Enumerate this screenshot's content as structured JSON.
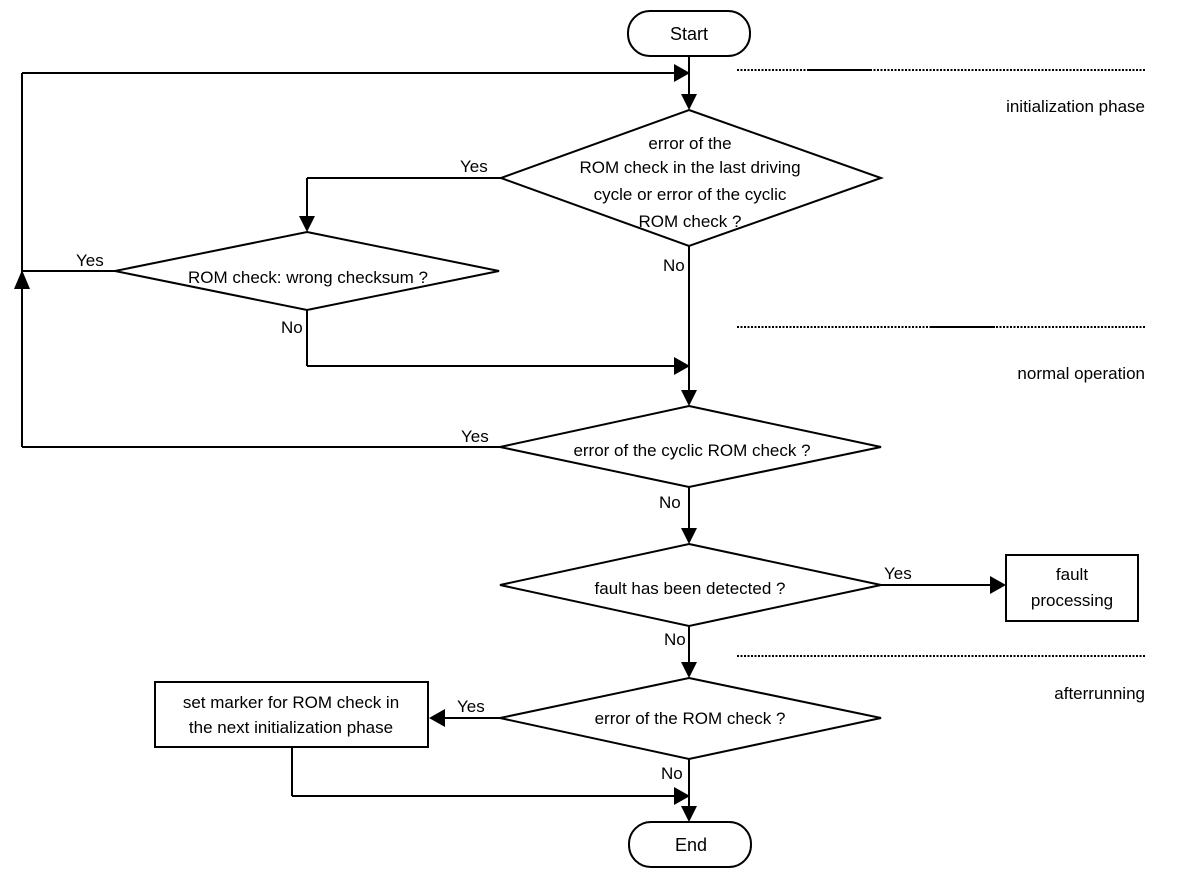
{
  "terminals": {
    "start": "Start",
    "end": "End"
  },
  "phases": {
    "initialization": "initialization phase",
    "normal": "normal operation",
    "afterrunning": "afterrunning"
  },
  "decisions": {
    "last_cycle_error": [
      "error of the",
      "ROM check in the last driving",
      "cycle or error of the cyclic",
      "ROM check ?"
    ],
    "wrong_checksum": [
      "ROM check: wrong checksum ?"
    ],
    "cyclic_error": [
      "error of the cyclic ROM check ?"
    ],
    "fault_detected": [
      "fault has been detected ?"
    ],
    "rom_error": [
      "error of the ROM check ?"
    ]
  },
  "processes": {
    "fault_processing": [
      "fault",
      "processing"
    ],
    "set_marker": [
      "set marker for ROM check in",
      "the next initialization phase"
    ]
  },
  "branch_labels": {
    "yes": "Yes",
    "no": "No"
  }
}
